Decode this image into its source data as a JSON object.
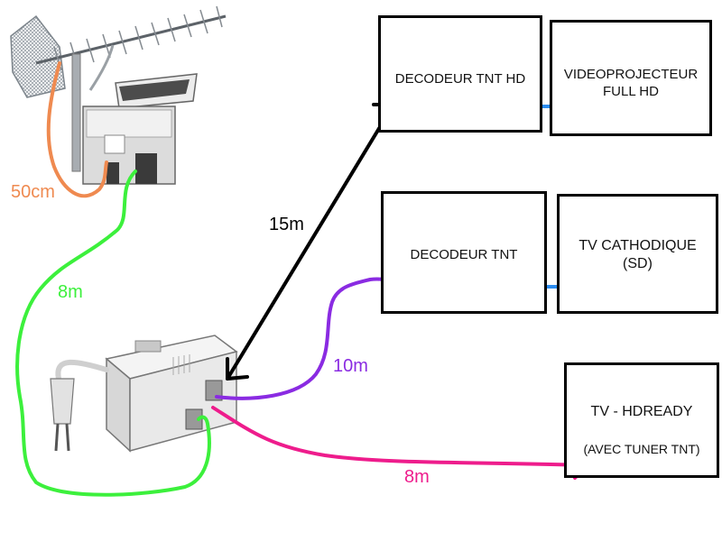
{
  "devices": {
    "decoder_hd": {
      "label": "DECODEUR TNT HD"
    },
    "projector": {
      "line1": "VIDEOPROJECTEUR",
      "line2": "FULL HD"
    },
    "decoder_sd": {
      "label": "DECODEUR TNT"
    },
    "tv_crt": {
      "line1": "TV CATHODIQUE",
      "line2": "(SD)"
    },
    "tv_hdready": {
      "line1": "TV - HDREADY",
      "line2": "(AVEC TUNER TNT)"
    }
  },
  "cables": {
    "antenna": {
      "length": "50cm",
      "color": "#ef8a50"
    },
    "amp_feed": {
      "length": "8m",
      "color": "#3cf03c"
    },
    "hd_link": {
      "length": "15m",
      "color": "#000000"
    },
    "sd_link": {
      "length": "10m",
      "color": "#8a2be2"
    },
    "hdready_link": {
      "length": "8m",
      "color": "#ee1c8c"
    },
    "video_out": {
      "color": "#2b8cf0"
    }
  }
}
